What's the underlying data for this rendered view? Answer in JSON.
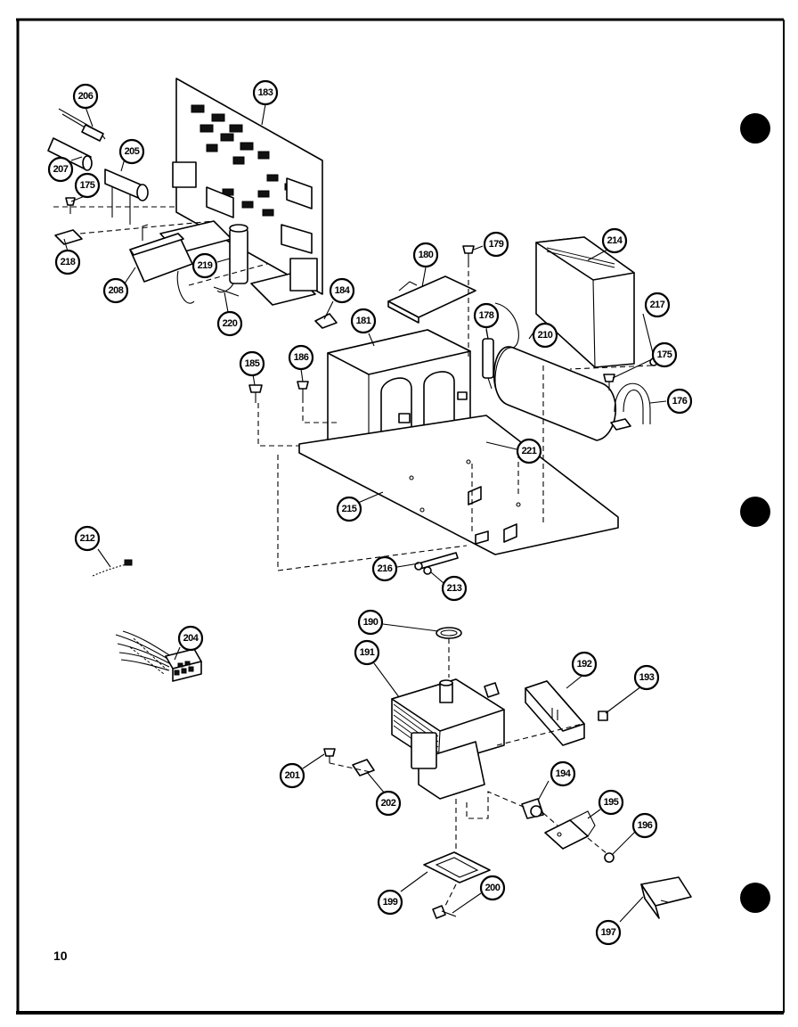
{
  "page": {
    "number": "10"
  },
  "colors": {
    "ink": "#000000",
    "paper": "#ffffff"
  },
  "callouts": {
    "p206": "206",
    "p207": "207",
    "p205": "205",
    "p175a": "175",
    "p218": "218",
    "p208": "208",
    "p219": "219",
    "p220": "220",
    "p183": "183",
    "p184": "184",
    "p180": "180",
    "p179": "179",
    "p214": "214",
    "p217": "217",
    "p181": "181",
    "p178": "178",
    "p210": "210",
    "p175b": "175",
    "p176": "176",
    "p185": "185",
    "p186": "186",
    "p221": "221",
    "p215": "215",
    "p212": "212",
    "p216": "216",
    "p213": "213",
    "p204": "204",
    "p190": "190",
    "p191": "191",
    "p192": "192",
    "p193": "193",
    "p201": "201",
    "p202": "202",
    "p194": "194",
    "p195": "195",
    "p196": "196",
    "p199": "199",
    "p200": "200",
    "p197": "197"
  }
}
